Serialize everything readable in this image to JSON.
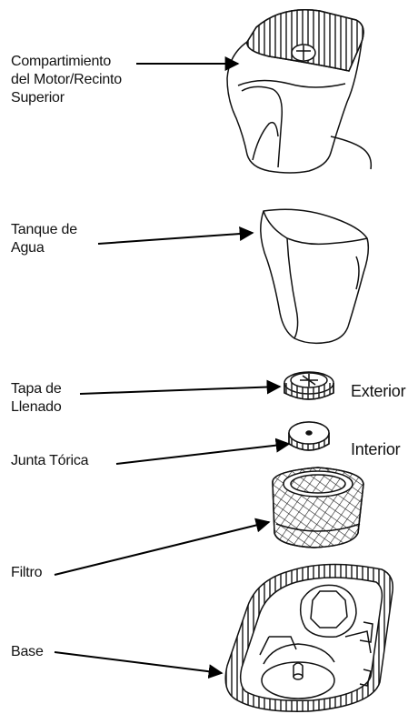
{
  "labels": {
    "motor": [
      "Compartimiento",
      "del Motor/Recinto",
      "Superior"
    ],
    "tank": [
      "Tanque de",
      "Agua"
    ],
    "fill_cap": [
      "Tapa de",
      "Llenado"
    ],
    "exterior": "Exterior",
    "interior": "Interior",
    "oring": "Junta Tórica",
    "filter": "Filtro",
    "base": "Base"
  }
}
